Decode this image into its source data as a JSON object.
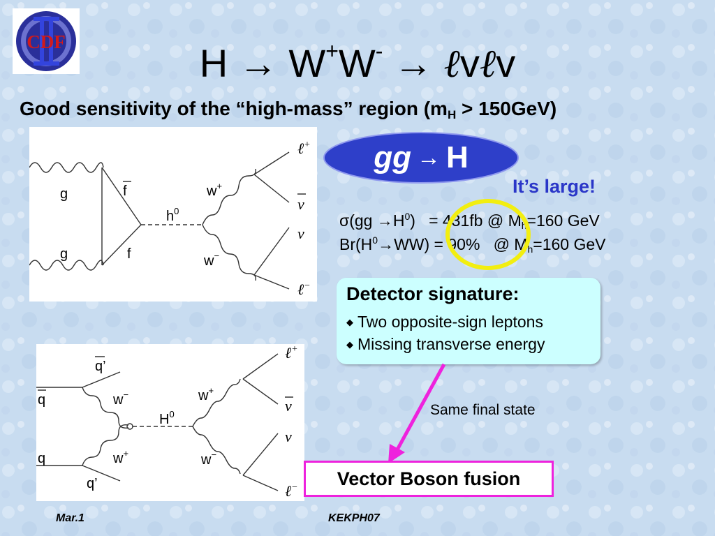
{
  "slide": {
    "title_H": "H",
    "title_arrow1": "→",
    "title_W1": "W",
    "title_plus": "+",
    "title_W2": "W",
    "title_minus": "-",
    "title_arrow2": "→",
    "title_l1": "ℓ",
    "title_v1": "v",
    "title_l2": "ℓ",
    "title_v2": "v",
    "subtitle_pre": "Good sensitivity of the “high-mass” region (m",
    "subtitle_sub": "H",
    "subtitle_post": " > 150GeV)"
  },
  "logo": {
    "text": "CDF",
    "colors": {
      "ring": "#1b1f8a",
      "letters": "#d21a1a",
      "bars": "#1e2fc0"
    }
  },
  "gg_box": {
    "gg": "gg",
    "arrow": "→",
    "H": "H",
    "fill": "#2e3fc9"
  },
  "its_large": "It’s large!",
  "formula1": {
    "a": "σ(gg →H",
    "sup": "0",
    "b": ")   = 431fb @ M",
    "sub": "h",
    "c": "=160 GeV"
  },
  "formula2": {
    "a": "Br(H",
    "sup": "0",
    "b": "→WW) = 90%   @ M",
    "sub": "h",
    "c": "=160 GeV"
  },
  "detector": {
    "title": "Detector signature:",
    "items": [
      "Two opposite-sign leptons",
      "Missing transverse energy"
    ],
    "fill": "#ccffff"
  },
  "same_final_state": "Same final state",
  "vbf_label": "Vector Boson fusion",
  "footer": {
    "left": "Mar.1",
    "center": "KEKPH07"
  },
  "diagram1": {
    "g_top": "g",
    "g_bottom": "g",
    "fbar": "f",
    "f": "f",
    "h": "h",
    "h_sup": "0",
    "w_plus": "w",
    "w_plus_sup": "+",
    "w_minus": "w",
    "w_minus_sup": "−",
    "l_plus": "ℓ",
    "l_plus_sup": "+",
    "nubar": "ν",
    "nu": "ν",
    "l_minus": "ℓ",
    "l_minus_sup": "−"
  },
  "diagram2": {
    "qbar_prime": "q’",
    "qbar": "q",
    "q": "q",
    "q_prime": "q’",
    "w_minus_left": "w",
    "w_minus_left_sup": "−",
    "w_plus_left": "w",
    "w_plus_left_sup": "+",
    "H": "H",
    "H_sup": "0",
    "w_plus_right": "w",
    "w_plus_right_sup": "+",
    "w_minus_right": "w",
    "w_minus_right_sup": "−",
    "l_plus": "ℓ",
    "l_plus_sup": "+",
    "nubar": "ν",
    "nu": "ν",
    "l_minus": "ℓ",
    "l_minus_sup": "−"
  },
  "colors": {
    "circle": "#f2ee10",
    "arrow": "#ee22dd",
    "large_text": "#2a36c8"
  }
}
